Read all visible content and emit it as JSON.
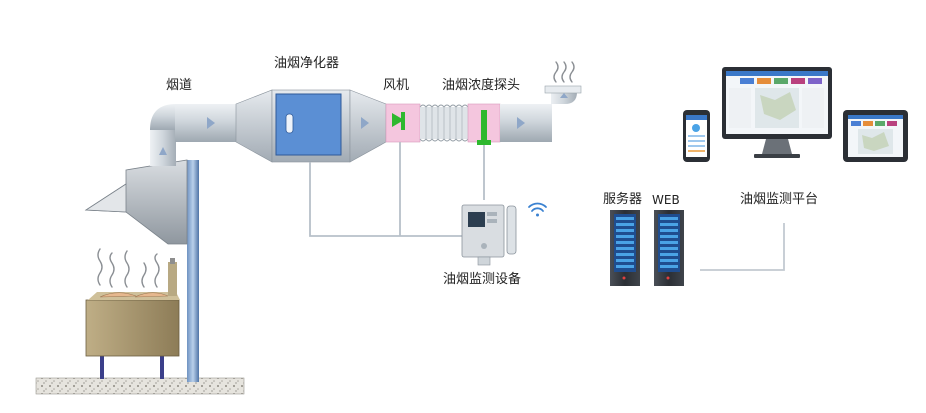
{
  "labels": {
    "flue": "烟道",
    "purifier": "油烟净化器",
    "fan": "风机",
    "probe": "油烟浓度探头",
    "monitor_device": "油烟监测设备",
    "server": "服务器",
    "web": "WEB",
    "platform": "油烟监测平台"
  },
  "colors": {
    "duct": "#cfd6dc",
    "purifier_body": "#5b8fd4",
    "fan_accent": "#2eb82e",
    "pink_joint": "#f4c6de",
    "wire": "#b7c0c9",
    "server_screen": "#1f4d8f"
  },
  "icons": [
    "wifi-icon",
    "server-icon",
    "monitor-icon",
    "tablet-icon",
    "phone-icon",
    "smoke-icon"
  ]
}
